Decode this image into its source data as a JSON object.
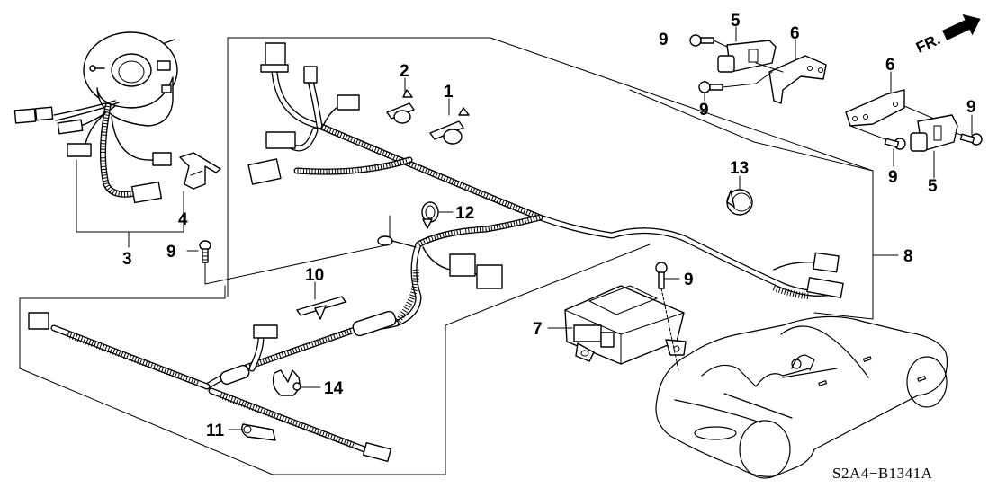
{
  "diagram": {
    "type": "exploded-parts-diagram",
    "subject": "SRS airbag wiring and sensors",
    "diagram_code": "S2A4−B1341A",
    "orientation_marker": "FR.",
    "callouts": [
      {
        "id": "c1",
        "label": "1",
        "part": "harness clip"
      },
      {
        "id": "c2",
        "label": "2",
        "part": "harness clip"
      },
      {
        "id": "c3",
        "label": "3",
        "part": "cable reel assembly"
      },
      {
        "id": "c4",
        "label": "4",
        "part": "cable reel bracket"
      },
      {
        "id": "c5a",
        "label": "5",
        "part": "impact sensor (left)"
      },
      {
        "id": "c5b",
        "label": "5",
        "part": "impact sensor (right)"
      },
      {
        "id": "c6a",
        "label": "6",
        "part": "sensor bracket (left)"
      },
      {
        "id": "c6b",
        "label": "6",
        "part": "sensor bracket (right)"
      },
      {
        "id": "c7",
        "label": "7",
        "part": "SRS control unit"
      },
      {
        "id": "c8",
        "label": "8",
        "part": "main SRS wire harness"
      },
      {
        "id": "c9a",
        "label": "9",
        "part": "bolt (cable reel)"
      },
      {
        "id": "c9b",
        "label": "9",
        "part": "bolt (sensor, upper)"
      },
      {
        "id": "c9c",
        "label": "9",
        "part": "bolt (sensor, lower)"
      },
      {
        "id": "c9d",
        "label": "9",
        "part": "bolt (sensor, right)"
      },
      {
        "id": "c9e",
        "label": "9",
        "part": "bolt (sensor, right lower)"
      },
      {
        "id": "c9f",
        "label": "9",
        "part": "bolt (control unit)"
      },
      {
        "id": "c10",
        "label": "10",
        "part": "harness clip"
      },
      {
        "id": "c11",
        "label": "11",
        "part": "harness clip"
      },
      {
        "id": "c12",
        "label": "12",
        "part": "harness band clip"
      },
      {
        "id": "c13",
        "label": "13",
        "part": "harness band"
      },
      {
        "id": "c14",
        "label": "14",
        "part": "harness clip"
      }
    ]
  }
}
